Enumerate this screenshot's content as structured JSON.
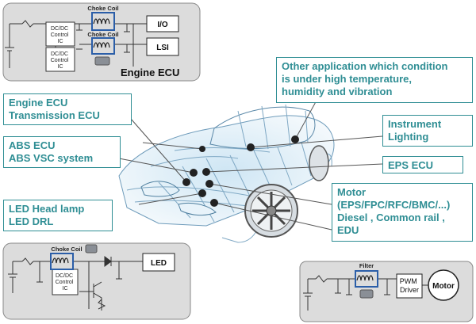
{
  "accent_color": "#2f8e94",
  "engine_panel": {
    "choke_label_1": "Choke Coil",
    "choke_label_2": "Choke Coil",
    "dcdc_label": [
      "DC/DC",
      "Control",
      "IC"
    ],
    "dcdc_label_2": [
      "DC/DC",
      "Control",
      "IC"
    ],
    "io_label": "I/O",
    "lsi_label": "LSI",
    "title": "Engine ECU"
  },
  "led_panel": {
    "choke_label": "Choke Coil",
    "dcdc_label": [
      "DC/DC",
      "Control",
      "IC"
    ],
    "led_label": "LED"
  },
  "motor_panel": {
    "filter_label": "Filter",
    "pwm_label": [
      "PWM",
      "Driver"
    ],
    "motor_label": "Motor"
  },
  "callouts": {
    "other_application": [
      "Other application which condition",
      "is under high temperature,",
      "humidity and vibration"
    ],
    "engine_transmission": [
      "Engine ECU",
      "Transmission ECU"
    ],
    "instrument": [
      "Instrument",
      "Lighting"
    ],
    "abs": [
      "ABS  ECU",
      "ABS VSC system"
    ],
    "eps": [
      "EPS ECU"
    ],
    "motor": [
      "Motor",
      "(EPS/FPC/RFC/BMC/...)",
      "Diesel , Common rail ,",
      "EDU"
    ],
    "led_headlamp": [
      "LED Head lamp",
      "LED DRL"
    ]
  }
}
